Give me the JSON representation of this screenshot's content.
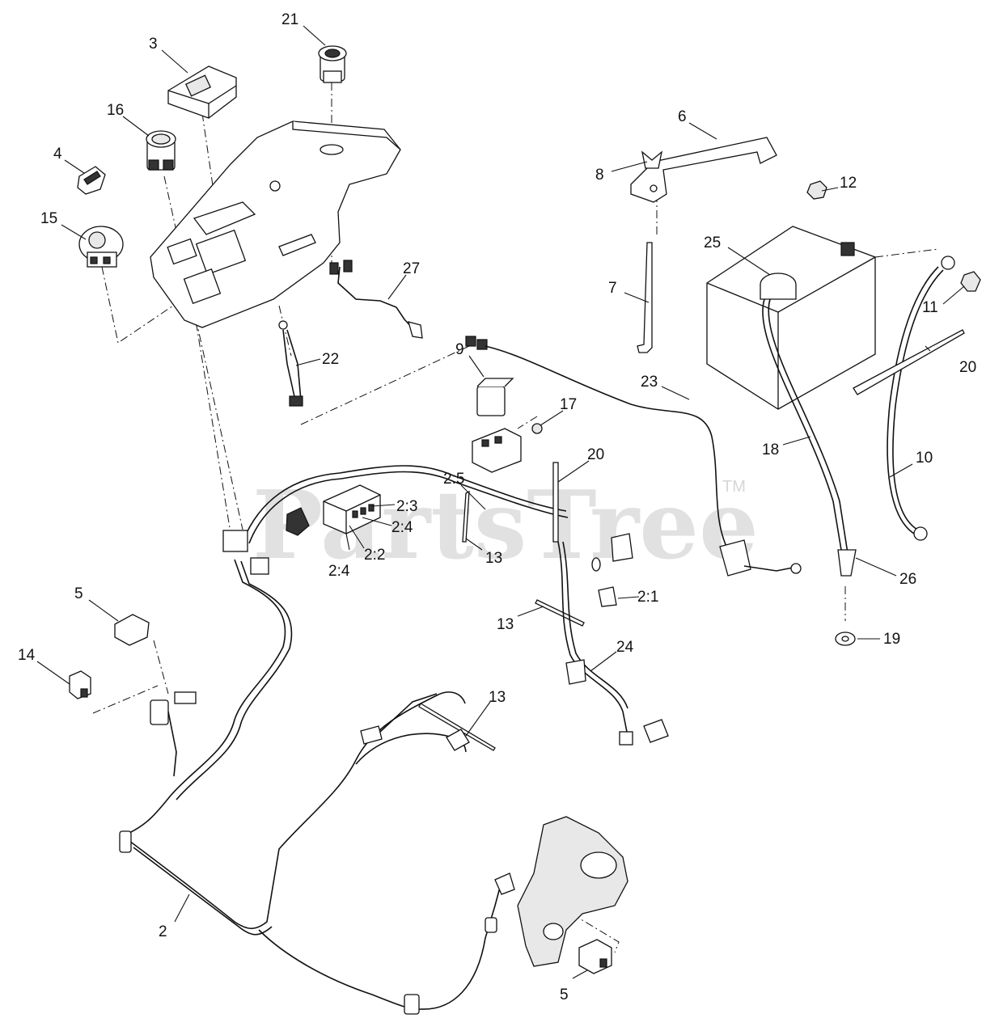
{
  "watermark": {
    "text": "PartsTree",
    "mark": "TM"
  },
  "callouts": {
    "c21": "21",
    "c3": "3",
    "c16": "16",
    "c4": "4",
    "c15": "15",
    "c6": "6",
    "c8": "8",
    "c12": "12",
    "c25": "25",
    "c7": "7",
    "c11": "11",
    "c27": "27",
    "c22": "22",
    "c9": "9",
    "c23": "23",
    "c20a": "20",
    "c17": "17",
    "c18": "18",
    "c20b": "20",
    "c10": "10",
    "c2_5": "2:5",
    "c2_3": "2:3",
    "c2_4a": "2:4",
    "c2_2": "2:2",
    "c2_4b": "2:4",
    "c13a": "13",
    "c2_1": "2:1",
    "c26": "26",
    "c5a": "5",
    "c13b": "13",
    "c19": "19",
    "c14": "14",
    "c24": "24",
    "c13c": "13",
    "c2": "2",
    "c5b": "5"
  }
}
